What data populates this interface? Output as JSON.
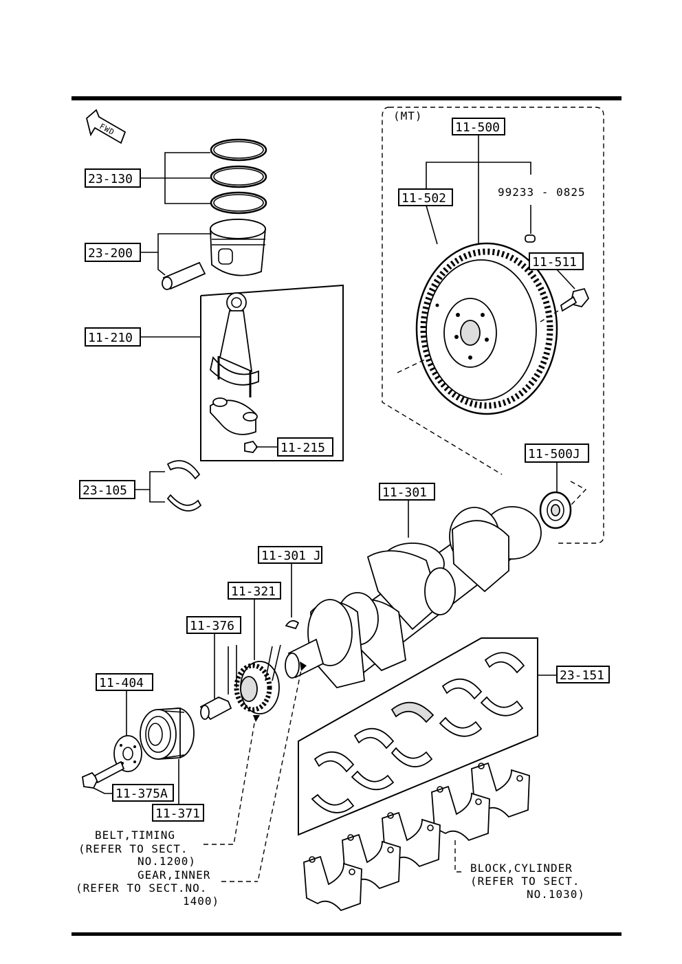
{
  "labels": {
    "fwd": "FWD",
    "mt": "(MT)",
    "p23_130": "23-130",
    "p23_200": "23-200",
    "p11_210": "11-210",
    "p11_215": "11-215",
    "p23_105": "23-105",
    "p11_500": "11-500",
    "p11_502": "11-502",
    "p99233": "99233 - 0825",
    "p11_511": "11-511",
    "p11_500j": "11-500J",
    "p11_301": "11-301",
    "p11_301j": "11-301 J",
    "p11_321": "11-321",
    "p11_376": "11-376",
    "p11_404": "11-404",
    "p11_375a": "11-375A",
    "p11_371": "11-371",
    "p23_151": "23-151"
  },
  "notes": {
    "belt_1": "BELT,TIMING",
    "belt_2": "(REFER TO SECT.",
    "belt_3": "NO.1200)",
    "gear_1": "GEAR,INNER",
    "gear_2": "(REFER TO SECT.NO.",
    "gear_3": "1400)",
    "block_1": "BLOCK,CYLINDER",
    "block_2": "(REFER TO SECT.",
    "block_3": "NO.1030)"
  }
}
